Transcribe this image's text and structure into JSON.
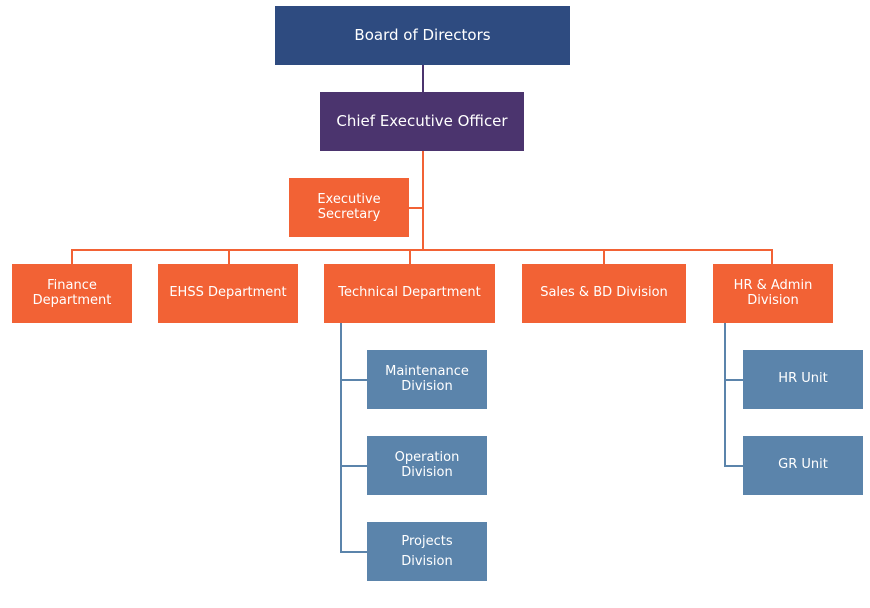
{
  "chart": {
    "title": "Organization Chart",
    "nodes": {
      "board": "Board of Directors",
      "ceo": "Chief Executive Officer",
      "exec_secretary": "Executive\nSecretary",
      "finance": "Finance\nDepartment",
      "ehss": "EHSS Department",
      "technical": "Technical Department",
      "sales": "Sales & BD Division",
      "hr_admin": "HR & Admin\nDivision",
      "maintenance": "Maintenance\nDivision",
      "operation": "Operation\nDivision",
      "projects": "Projects\nDivision",
      "hr_unit": "HR Unit",
      "gr_unit": "GR Unit"
    },
    "colors": {
      "board": "#2e4b80",
      "ceo": "#4b346e",
      "department": "#f26235",
      "sub_unit": "#5b84ab"
    }
  }
}
